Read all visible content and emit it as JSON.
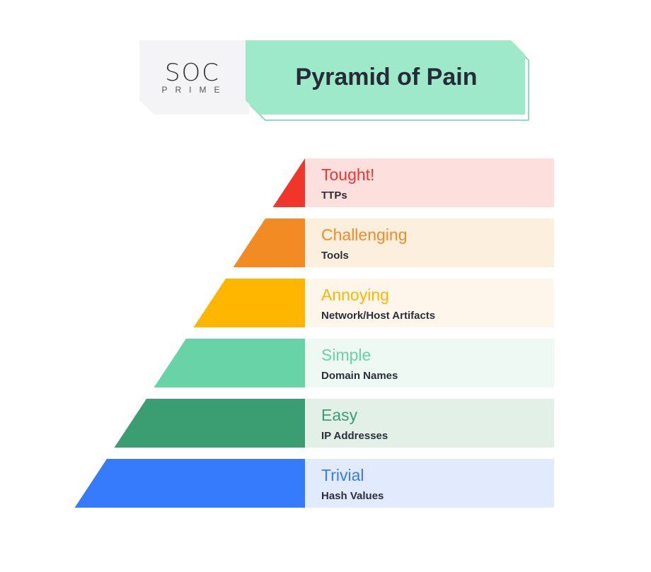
{
  "header": {
    "logo_main": "SOC",
    "logo_sub": "PRIME",
    "title": "Pyramid of Pain"
  },
  "tiers": [
    {
      "label": "Tought!",
      "sub": "TTPs",
      "color": "#f2352a",
      "bg": "#fde0dd"
    },
    {
      "label": "Challenging",
      "sub": "Tools",
      "color": "#f38b25",
      "bg": "#fcefde"
    },
    {
      "label": "Annoying",
      "sub": "Network/Host Artifacts",
      "color": "#ffb600",
      "bg": "#fff6eb"
    },
    {
      "label": "Simple",
      "sub": "Domain Names",
      "color": "#68d3a6",
      "bg": "#eef9f3"
    },
    {
      "label": "Easy",
      "sub": "IP Addresses",
      "color": "#3a9e72",
      "bg": "#e2f0e8"
    },
    {
      "label": "Trivial",
      "sub": "Hash Values",
      "color": "#367bfc",
      "bg": "#e1ebfd"
    }
  ]
}
